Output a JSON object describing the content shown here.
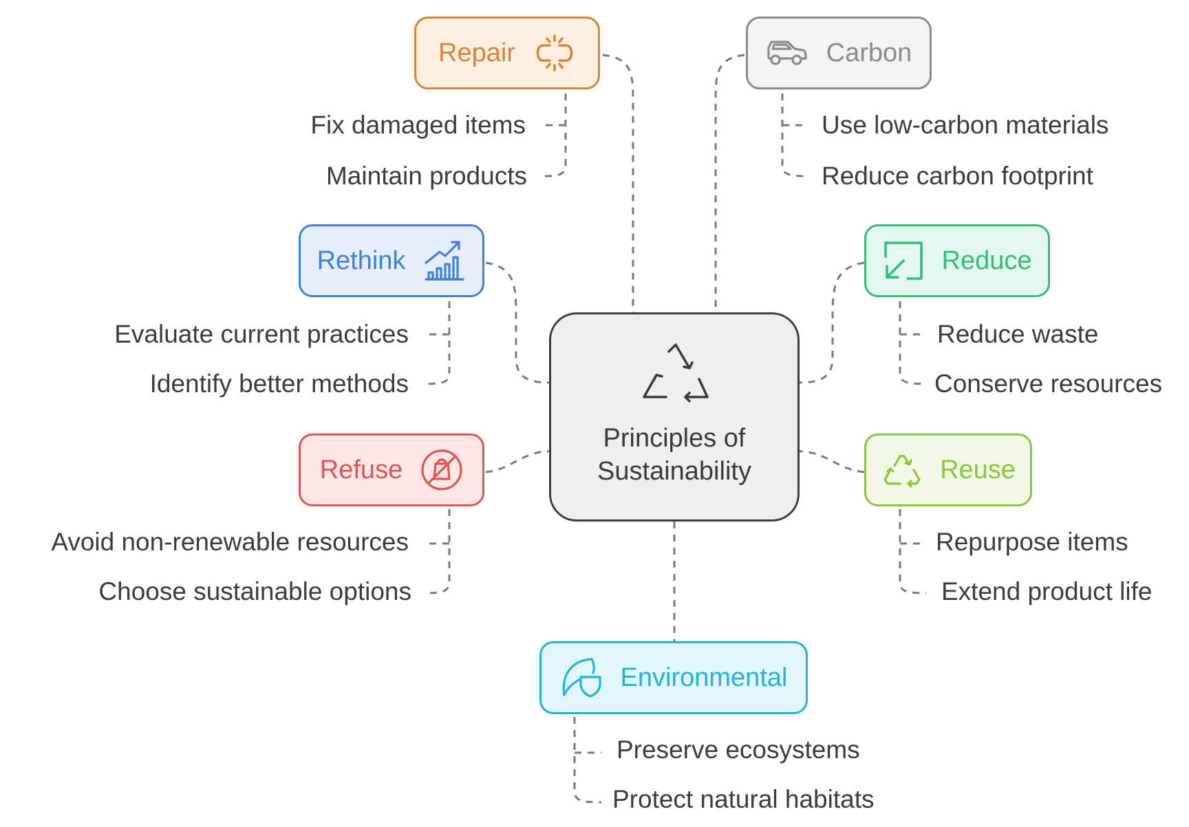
{
  "center": {
    "title_line1": "Principles of",
    "title_line2": "Sustainability"
  },
  "nodes": {
    "repair": {
      "label": "Repair",
      "color": "#e0822f",
      "bg": "#fdf0e3",
      "icon": "broken-link-icon",
      "items": [
        "Fix damaged items",
        "Maintain products"
      ]
    },
    "carbon": {
      "label": "Carbon",
      "color": "#8c8c8c",
      "bg": "#f3f3f3",
      "icon": "car-icon",
      "items": [
        "Use low-carbon materials",
        "Reduce carbon footprint"
      ]
    },
    "rethink": {
      "label": "Rethink",
      "color": "#3f7fe0",
      "bg": "#e6eefc",
      "icon": "trending-chart-icon",
      "items": [
        "Evaluate current practices",
        "Identify better methods"
      ]
    },
    "reduce": {
      "label": "Reduce",
      "color": "#2fbf78",
      "bg": "#e4f7ec",
      "icon": "shrink-arrow-icon",
      "items": [
        "Reduce waste",
        "Conserve resources"
      ]
    },
    "refuse": {
      "label": "Refuse",
      "color": "#e05454",
      "bg": "#fce6e6",
      "icon": "no-bag-icon",
      "items": [
        "Avoid non-renewable resources",
        "Choose sustainable options"
      ]
    },
    "reuse": {
      "label": "Reuse",
      "color": "#8cc63f",
      "bg": "#f1f9e6",
      "icon": "recycle-icon",
      "items": [
        "Repurpose items",
        "Extend product life"
      ]
    },
    "environmental": {
      "label": "Environmental",
      "color": "#20b3e0",
      "bg": "#e3f6fc",
      "icon": "leaf-shield-icon",
      "items": [
        "Preserve ecosystems",
        "Protect natural habitats"
      ]
    }
  }
}
